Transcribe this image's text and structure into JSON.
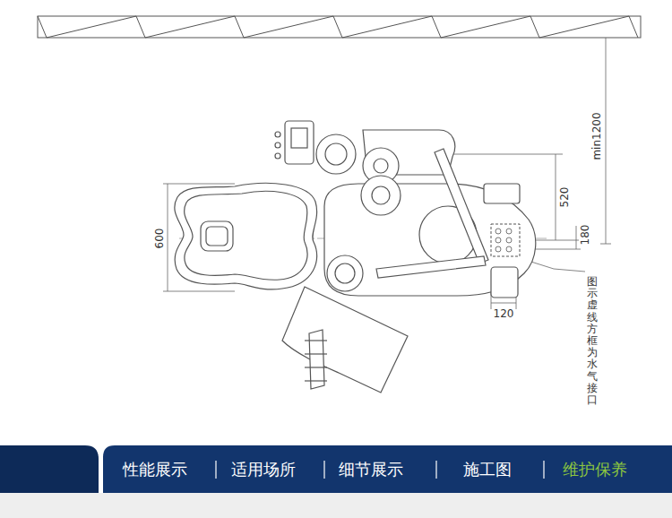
{
  "diagram": {
    "nodes": [
      {
        "text": [
          "性能展示",
          "适用场所",
          "细节展示",
          "施工图",
          "维护保养"
        ]
      }
    ],
    "labels": [
      "min1200",
      "520",
      "600",
      "180",
      "120",
      "图示虚线方框为水气接口"
    ]
  }
}
